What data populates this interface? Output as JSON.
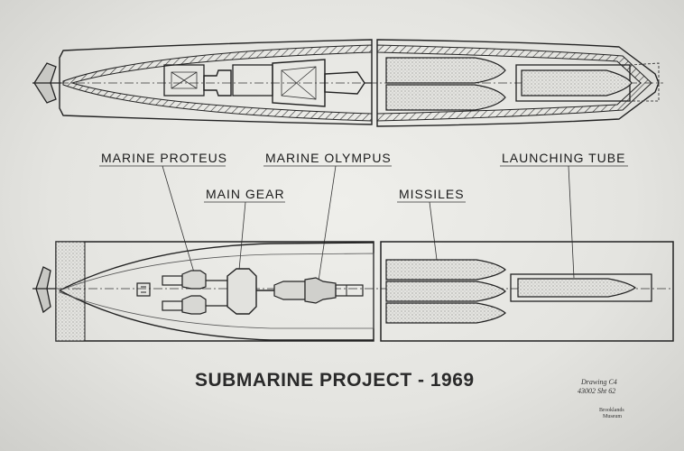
{
  "labels": {
    "marine_proteus": "MARINE PROTEUS",
    "marine_olympus": "MARINE OLYMPUS",
    "main_gear": "MAIN GEAR",
    "missiles": "MISSILES",
    "launching_tube": "LAUNCHING TUBE"
  },
  "title": "SUBMARINE PROJECT - 1969",
  "drawing_note": {
    "line1": "Drawing C4",
    "line2": "43002  Sht 62",
    "stamp1": "Brooklands",
    "stamp2": "Museum"
  }
}
